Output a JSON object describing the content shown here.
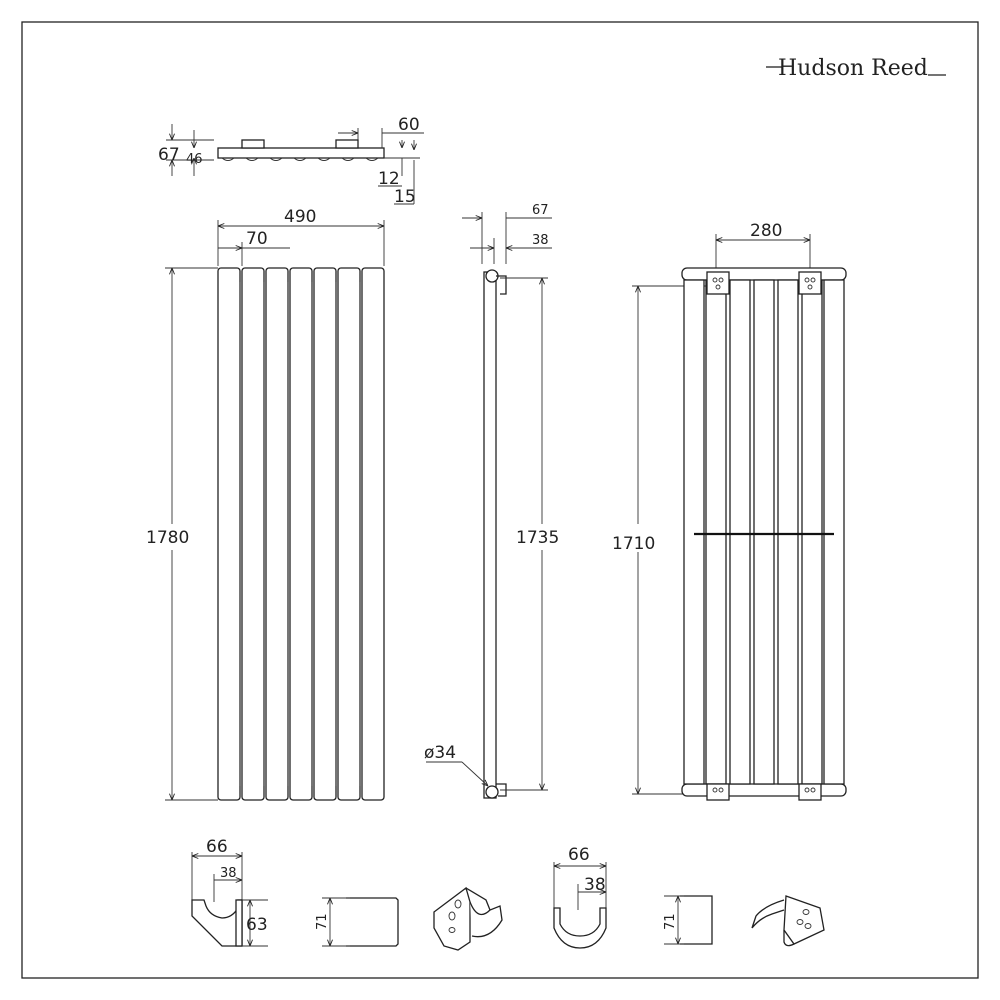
{
  "brand": {
    "name": "Hudson Reed"
  },
  "top_view": {
    "dim_depth_total": "67",
    "dim_depth_panel": "46",
    "dim_bracket_offset": "60",
    "dim_gap_a": "12",
    "dim_gap_b": "15"
  },
  "front_view": {
    "dim_width": "490",
    "dim_column": "70",
    "dim_height": "1780"
  },
  "side_view": {
    "dim_depth_total": "67",
    "dim_depth_panel": "38",
    "dim_height": "1735",
    "dim_pipe_diameter": "ø34"
  },
  "rear_view": {
    "dim_bracket_spacing": "280",
    "dim_height": "1710"
  },
  "bracket_a": {
    "dim_width": "66",
    "dim_inner": "38",
    "dim_height": "63",
    "dim_plate_height": "71"
  },
  "bracket_b": {
    "dim_width": "66",
    "dim_inner": "38",
    "dim_plate_height": "71"
  }
}
